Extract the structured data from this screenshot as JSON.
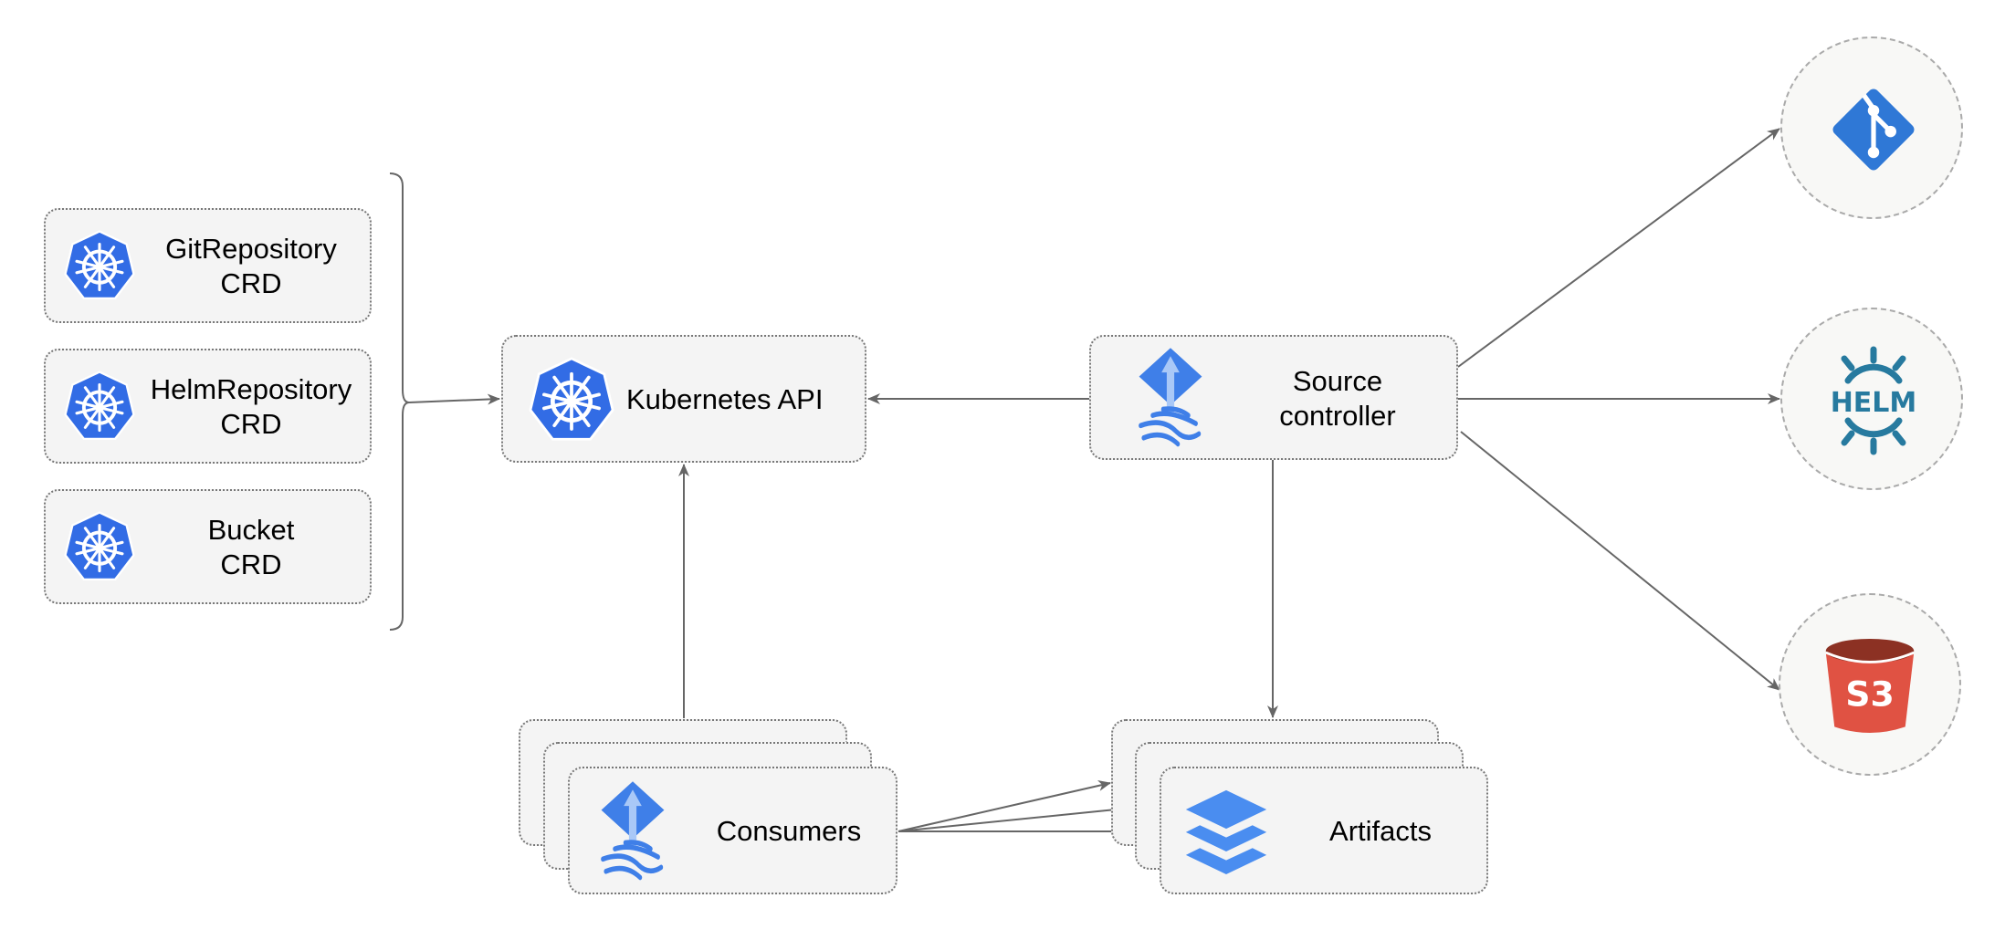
{
  "crds": [
    {
      "line1": "GitRepository",
      "line2": "CRD"
    },
    {
      "line1": "HelmRepository",
      "line2": "CRD"
    },
    {
      "line1": "Bucket",
      "line2": "CRD"
    }
  ],
  "kubernetes_api": {
    "label": "Kubernetes API"
  },
  "source_controller": {
    "line1": "Source",
    "line2": "controller"
  },
  "consumers": {
    "label": "Consumers"
  },
  "artifacts": {
    "label": "Artifacts"
  },
  "sources": {
    "helm_text": "HELM",
    "s3_text": "S3"
  },
  "colors": {
    "k8s_blue": "#326ce5",
    "flux_blue": "#3f7fe8",
    "git_blue": "#2f78d6",
    "helm_blue": "#277a9f",
    "s3_red": "#e05243",
    "s3_dark": "#8c3123",
    "edge": "#666666",
    "box_fill": "#f4f4f4"
  }
}
